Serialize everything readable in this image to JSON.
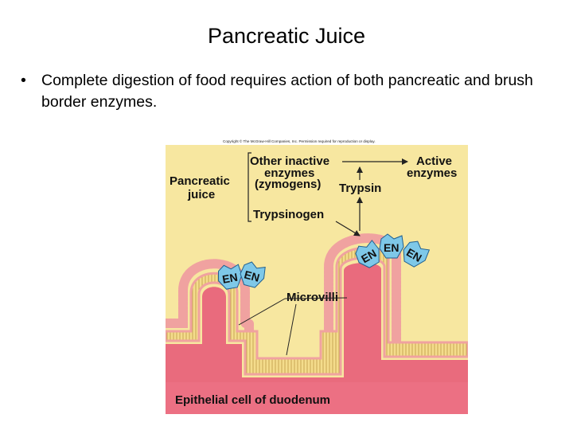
{
  "slide": {
    "title": "Pancreatic Juice",
    "bullet_marker": "•",
    "bullet_text": "Complete digestion of food requires action of both pancreatic and brush border enzymes."
  },
  "diagram": {
    "copyright": "Copyright © The McGraw-Hill Companies, Inc. Permission required for reproduction or display.",
    "labels": {
      "pancreatic_juice_line1": "Pancreatic",
      "pancreatic_juice_line2": "juice",
      "other_inactive_line1": "Other inactive",
      "other_inactive_line2": "enzymes",
      "other_inactive_line3": "(zymogens)",
      "trypsin": "Trypsin",
      "active_line1": "Active",
      "active_line2": "enzymes",
      "trypsinogen": "Trypsinogen",
      "microvilli": "Microvilli",
      "epithelial": "Epithelial cell of duodenum",
      "enzyme_tag": "EN"
    },
    "colors": {
      "background": "#f7e7a0",
      "cell": "#e96b7d",
      "membrane_dots": "#f2a6a2",
      "microvilli_band": "#f2d98a",
      "enzyme": "#7ec8e8",
      "enzyme_outline": "#1f5f8f"
    }
  }
}
